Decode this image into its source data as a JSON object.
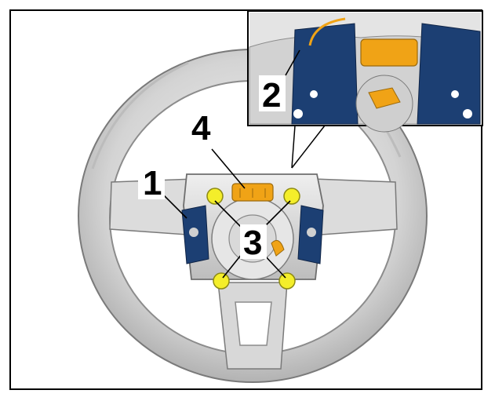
{
  "figure": {
    "callouts": {
      "c1": "1",
      "c2": "2",
      "c3": "3",
      "c4": "4"
    }
  },
  "colors": {
    "wheel_rim": "#d7d7d7",
    "wheel_edge": "#8c8c8c",
    "hub": "#cfcfcf",
    "switch_module": "#1c3f73",
    "connector_orange": "#f0a316",
    "mount_yellow": "#f4ee2a",
    "frame": "#000000"
  }
}
